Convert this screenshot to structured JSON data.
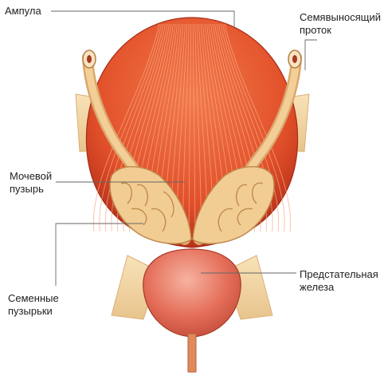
{
  "labels": {
    "ampulla": [
      "Ампула"
    ],
    "vas_deferens": [
      "Семявыносящий",
      "проток"
    ],
    "bladder": [
      "Мочевой",
      "пузырь"
    ],
    "seminal_vesicles": [
      "Семенные",
      "пузырьки"
    ],
    "prostate": [
      "Предстательная",
      "железа"
    ]
  },
  "colors": {
    "bladder_muscle": "#e8542c",
    "bladder_muscle_dark": "#c9361a",
    "bladder_fiber": "#f6a07a",
    "vesicle_fill": "#f1c78c",
    "vesicle_outline": "#c79152",
    "prostate_fill": "#e8705c",
    "prostate_highlight": "#f4a894",
    "duct_fill": "#efc08a",
    "background_tissue": "#f4d7a6",
    "leader_line": "#666666",
    "text": "#222222"
  }
}
